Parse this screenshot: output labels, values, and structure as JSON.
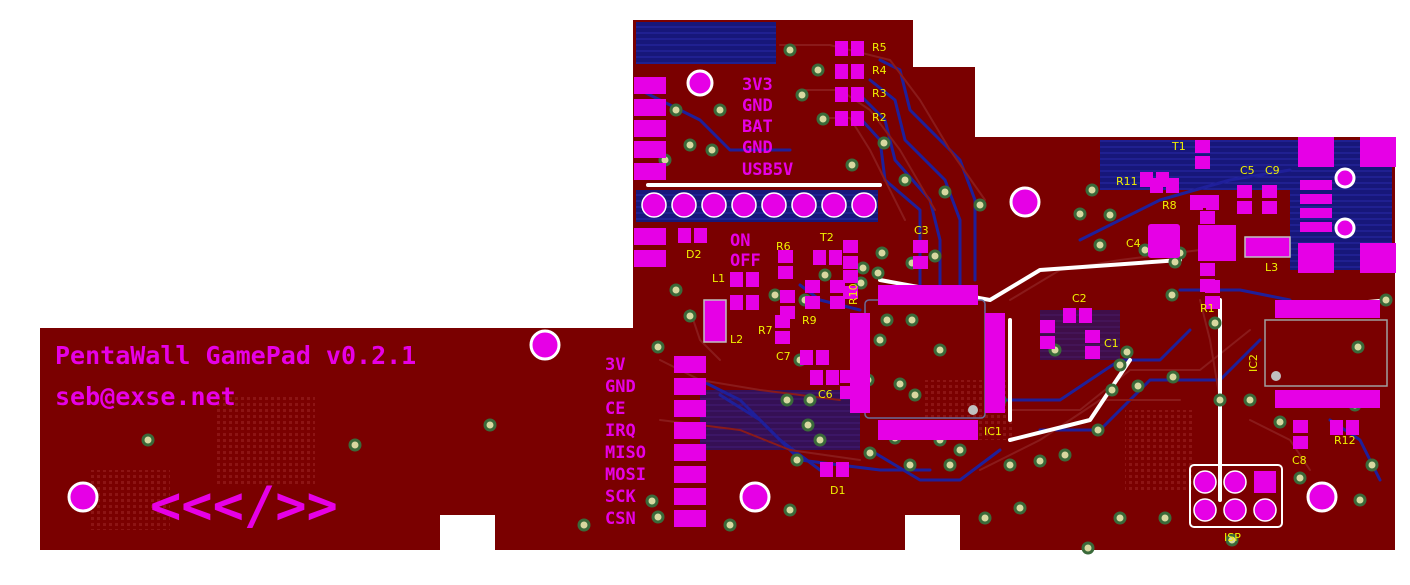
{
  "board": {
    "title": "PentaWall GamePad v0.2.1",
    "email": "seb@exse.net",
    "logo": "<<</>>",
    "colors": {
      "outline": "#ffffff",
      "substrate": "#7a0000",
      "copper_bottom": "#1a1a8c",
      "trace": "#7a1010",
      "pad": "#e600e6",
      "silk_ref": "#f0f000",
      "via_ring": "#c0c040"
    }
  },
  "power_header": {
    "labels": [
      "3V3",
      "GND",
      "BAT",
      "GND",
      "USB5V"
    ]
  },
  "switch": {
    "labels": [
      "ON",
      "OFF"
    ]
  },
  "radio_header": {
    "labels": [
      "3V",
      "GND",
      "CE",
      "IRQ",
      "MISO",
      "MOSI",
      "SCK",
      "CSN"
    ]
  },
  "refs": {
    "R5": "R5",
    "R4": "R4",
    "R3": "R3",
    "R2": "R2",
    "T1": "T1",
    "T2": "T2",
    "R11": "R11",
    "R8": "R8",
    "C5": "C5",
    "C9": "C9",
    "C4": "C4",
    "L3": "L3",
    "D2": "D2",
    "L1": "L1",
    "R6": "R6",
    "C3": "C3",
    "R10": "R10",
    "L2": "L2",
    "R7": "R7",
    "R9": "R9",
    "C2": "C2",
    "C1": "C1",
    "R1": "R1",
    "IC2": "IC2",
    "C7": "C7",
    "C6": "C6",
    "IC1": "IC1",
    "D1": "D1",
    "C8": "C8",
    "R12": "R12",
    "ISP": "ISP"
  }
}
